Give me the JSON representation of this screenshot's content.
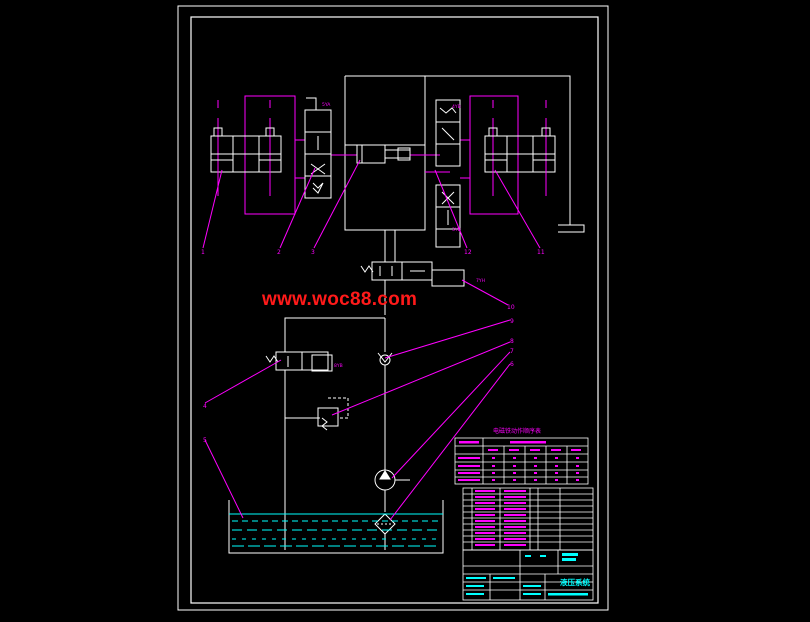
{
  "watermark": "www.woc88.com",
  "colors": {
    "background": "#000000",
    "frame": "#ffffff",
    "leader": "#ff00ff",
    "component": "#ffffff",
    "tank_fluid": "#00ffff",
    "table": "#ffffff",
    "table_text": "#ff00ff",
    "title_text": "#00ffff"
  },
  "balloons": {
    "b1": "1",
    "b2": "2",
    "b3": "3",
    "b4": "4",
    "b5": "5",
    "b6": "6",
    "b7": "7",
    "b8": "8",
    "b9": "9",
    "b10": "10",
    "b11": "11",
    "b12": "12"
  },
  "valve_tags": {
    "v5ya": "5YA",
    "v4yb": "4YB",
    "v3yb": "3YB",
    "v7yh": "7YH",
    "v8yb": "8YB"
  },
  "table": {
    "title": "电磁铁动作顺序表"
  },
  "title_block": {
    "drawing_name": "液压系统"
  }
}
